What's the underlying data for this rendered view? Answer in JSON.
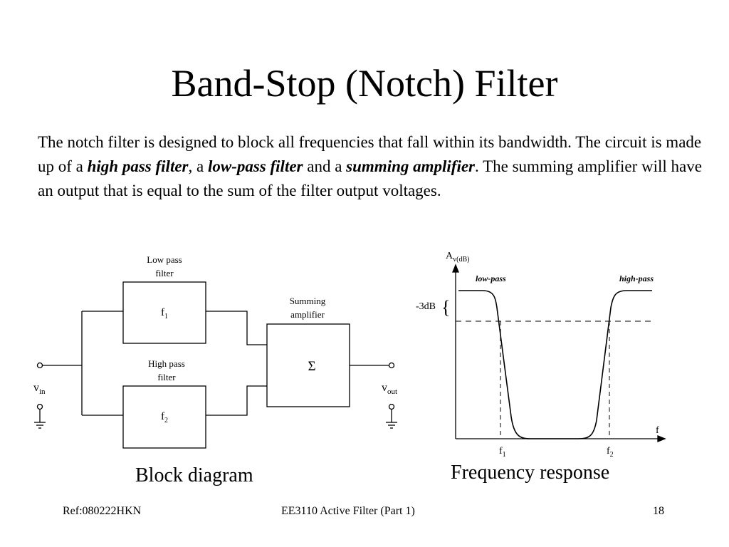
{
  "title": "Band-Stop (Notch) Filter",
  "paragraph": {
    "t1": "The notch filter is designed to block all frequencies that fall within its bandwidth. The circuit is made up of a ",
    "hp": "high pass filter",
    "t2": ", a ",
    "lp": "low-pass filter",
    "t3": " and a ",
    "sa": "summing amplifier",
    "t4": ".  The summing amplifier will have an output that is equal to the sum of the filter output voltages."
  },
  "block_diagram": {
    "low_pass_label_1": "Low pass",
    "low_pass_label_2": "filter",
    "f1": "f",
    "f1_sub": "1",
    "high_pass_label_1": "High pass",
    "high_pass_label_2": "filter",
    "f2": "f",
    "f2_sub": "2",
    "summing_label_1": "Summing",
    "summing_label_2": "amplifier",
    "sigma": "Σ",
    "vin": "v",
    "vin_sub": "in",
    "vout": "v",
    "vout_sub": "out",
    "caption": "Block diagram"
  },
  "frequency_response": {
    "y_axis": "A",
    "y_axis_sub": "v(dB)",
    "low_pass": "low-pass",
    "high_pass": "high-pass",
    "minus3db": "-3dB",
    "x_axis": "f",
    "f1": "f",
    "f1_sub": "1",
    "f2": "f",
    "f2_sub": "2",
    "caption": "Frequency response"
  },
  "footer": {
    "ref": "Ref:080222HKN",
    "course": "EE3110 Active Filter (Part 1)",
    "page": "18"
  }
}
